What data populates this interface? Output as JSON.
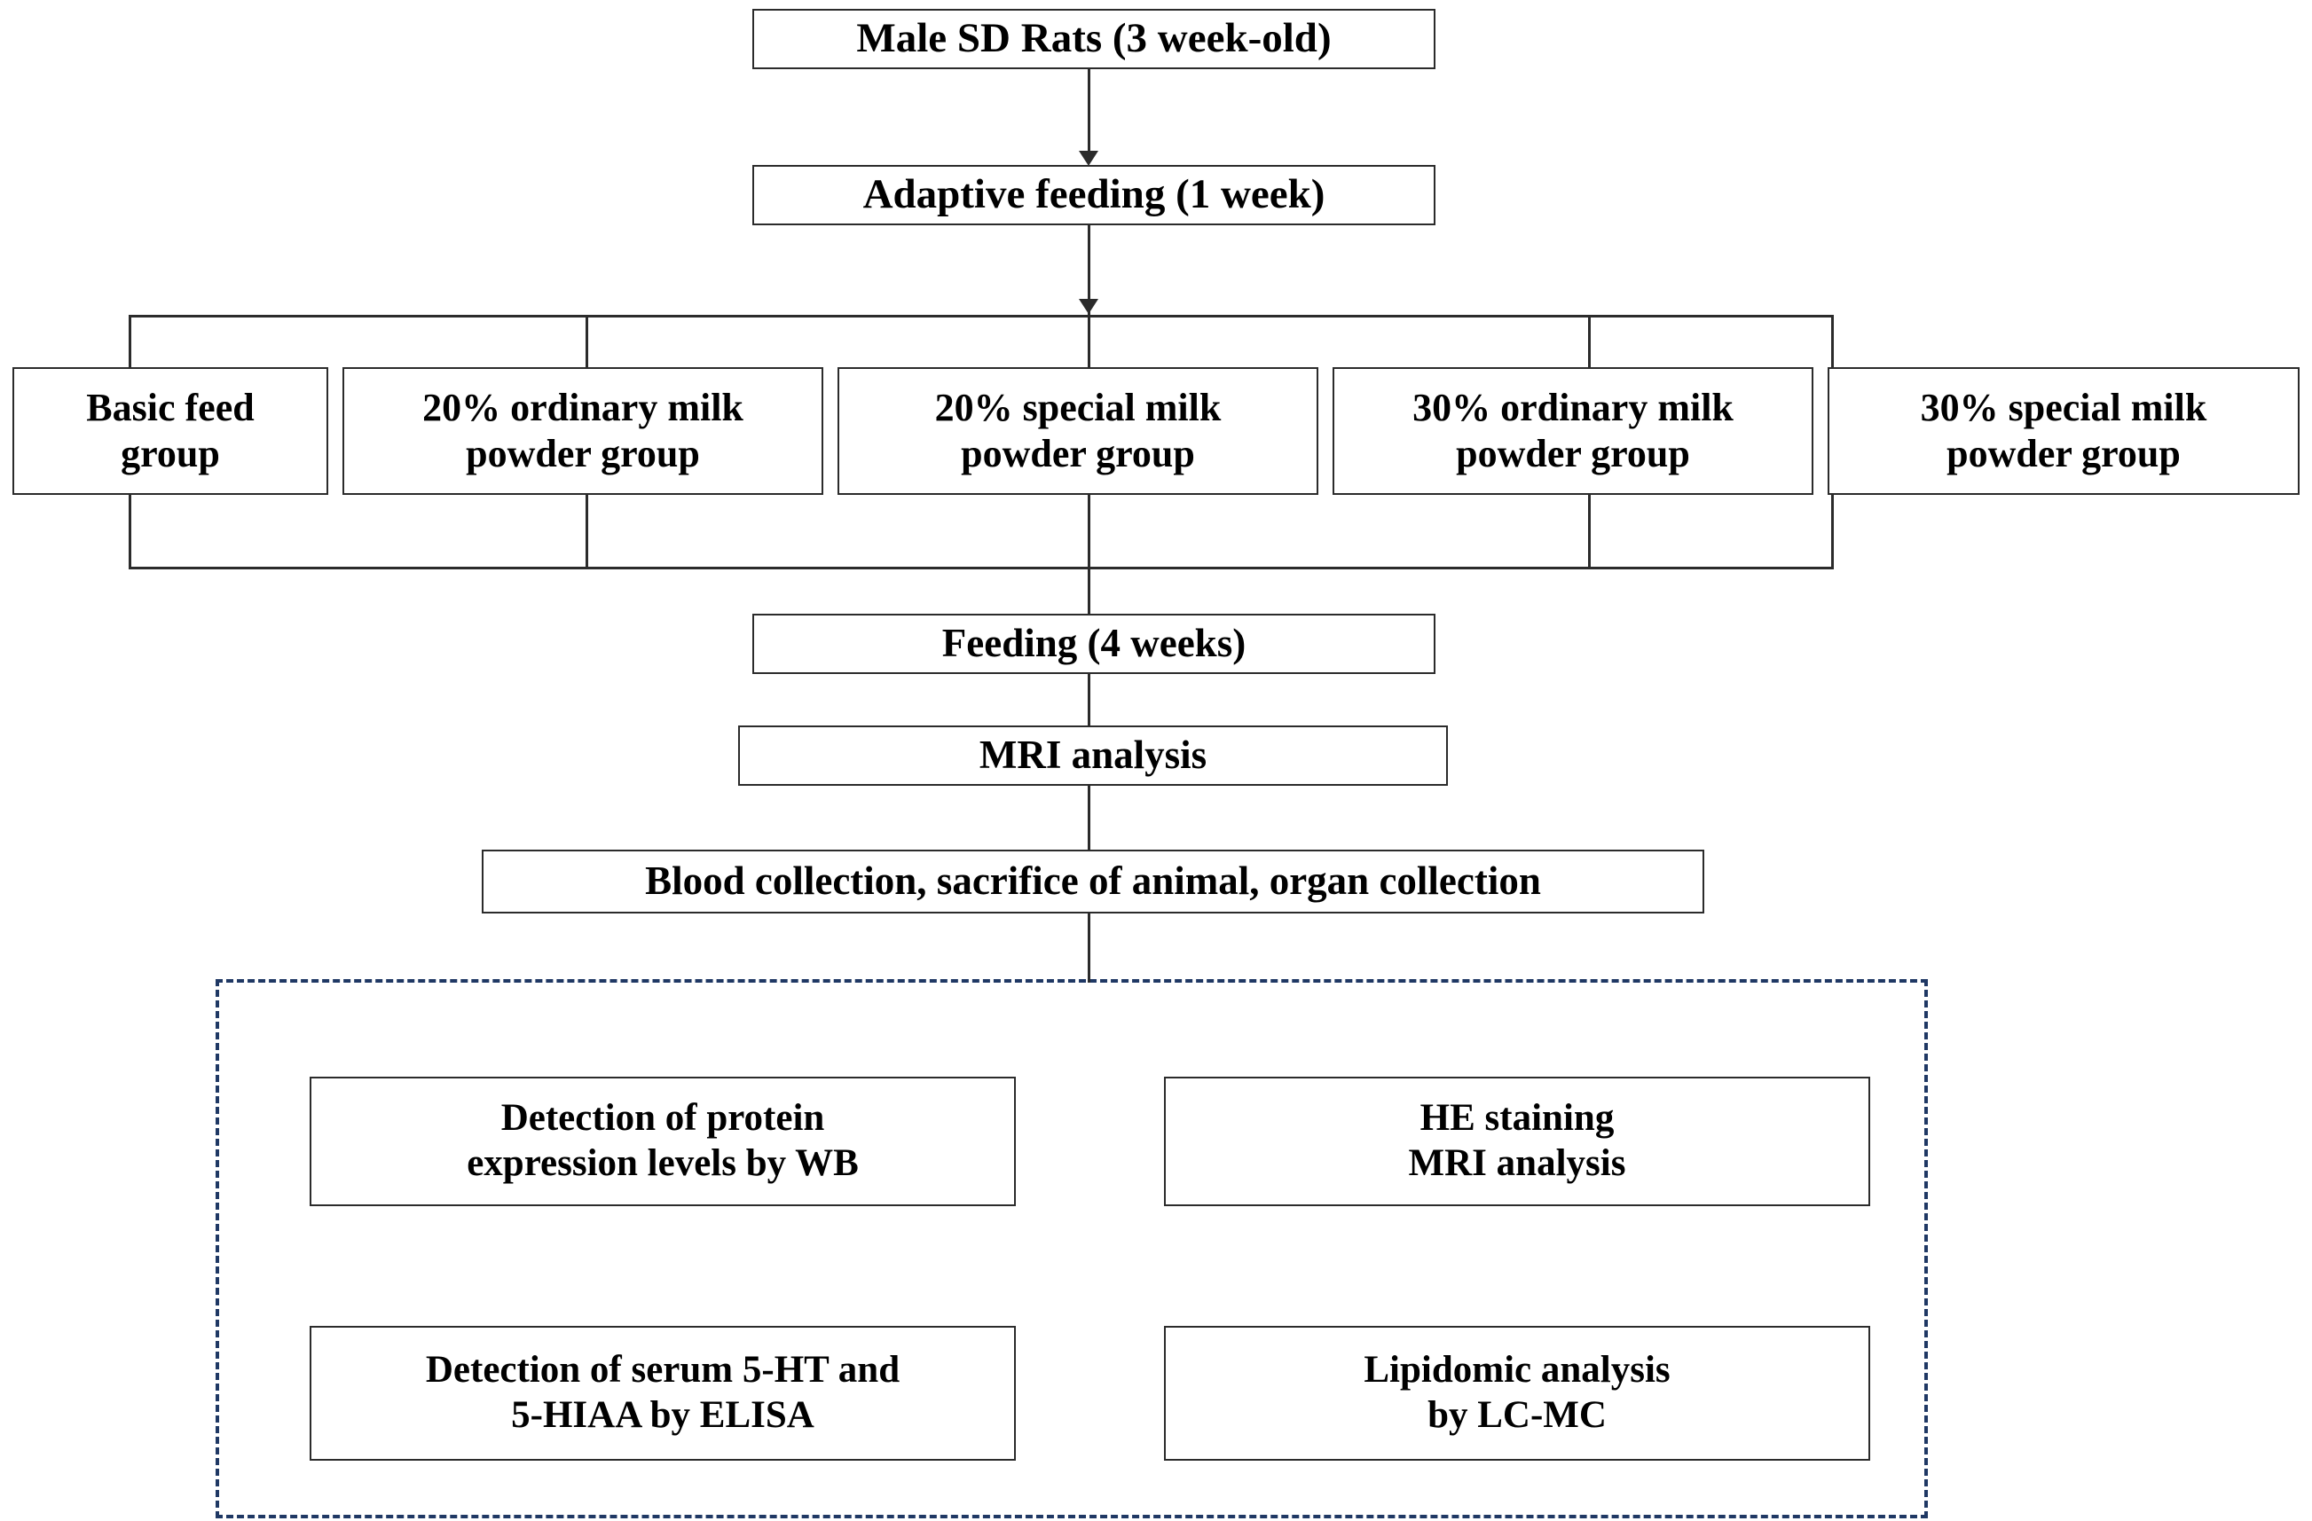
{
  "diagram": {
    "title": "Experimental design flowchart",
    "type": "flowchart",
    "accent_dashed_color": "#1F3864",
    "line_color": "#2B2B2B",
    "background_color": "#FFFFFF"
  },
  "nodes": {
    "subjects": "Male SD Rats (3 week-old)",
    "adaptive_feeding": "Adaptive feeding (1 week)",
    "feeding": "Feeding (4 weeks)",
    "mri": "MRI analysis",
    "collection": "Blood collection, sacrifice of animal, organ collection"
  },
  "groups": [
    {
      "label": "Basic feed\ngroup"
    },
    {
      "label": "20% ordinary milk\npowder group"
    },
    {
      "label": "20% special milk\npowder group"
    },
    {
      "label": "30% ordinary milk\npowder group"
    },
    {
      "label": "30% special milk\npowder group"
    }
  ],
  "analyses": [
    {
      "label": "Detection of protein\nexpression levels by WB"
    },
    {
      "label": "HE staining\nMRI analysis"
    },
    {
      "label": "Detection of serum 5-HT and\n5-HIAA by ELISA"
    },
    {
      "label": "Lipidomic analysis\nby LC-MC"
    }
  ]
}
